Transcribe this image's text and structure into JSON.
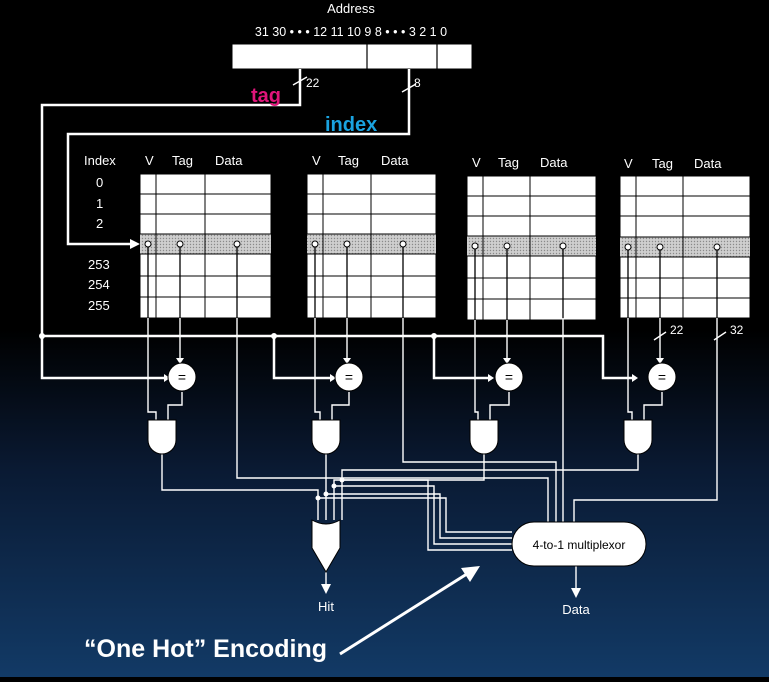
{
  "address": {
    "title": "Address",
    "bits": "31 30 • • • 12 11 10 9 8 • • • 3 2 1 0",
    "tag_width": "22",
    "index_width": "8"
  },
  "labels": {
    "tag": "tag",
    "index": "index",
    "data_width_22": "22",
    "data_width_32": "32",
    "hit": "Hit",
    "data_out": "Data",
    "mux": "4-to-1 multiplexor",
    "equal": "=",
    "one_hot": "“One Hot” Encoding"
  },
  "table": {
    "index_header": "Index",
    "v_header": "V",
    "tag_header": "Tag",
    "data_header": "Data",
    "index_rows": [
      "0",
      "1",
      "2",
      "253",
      "254",
      "255"
    ]
  },
  "colors": {
    "tag": "#e0157a",
    "index": "#1aa3e0",
    "line": "#ffffff",
    "highlight_row": "#b8b8b8"
  }
}
